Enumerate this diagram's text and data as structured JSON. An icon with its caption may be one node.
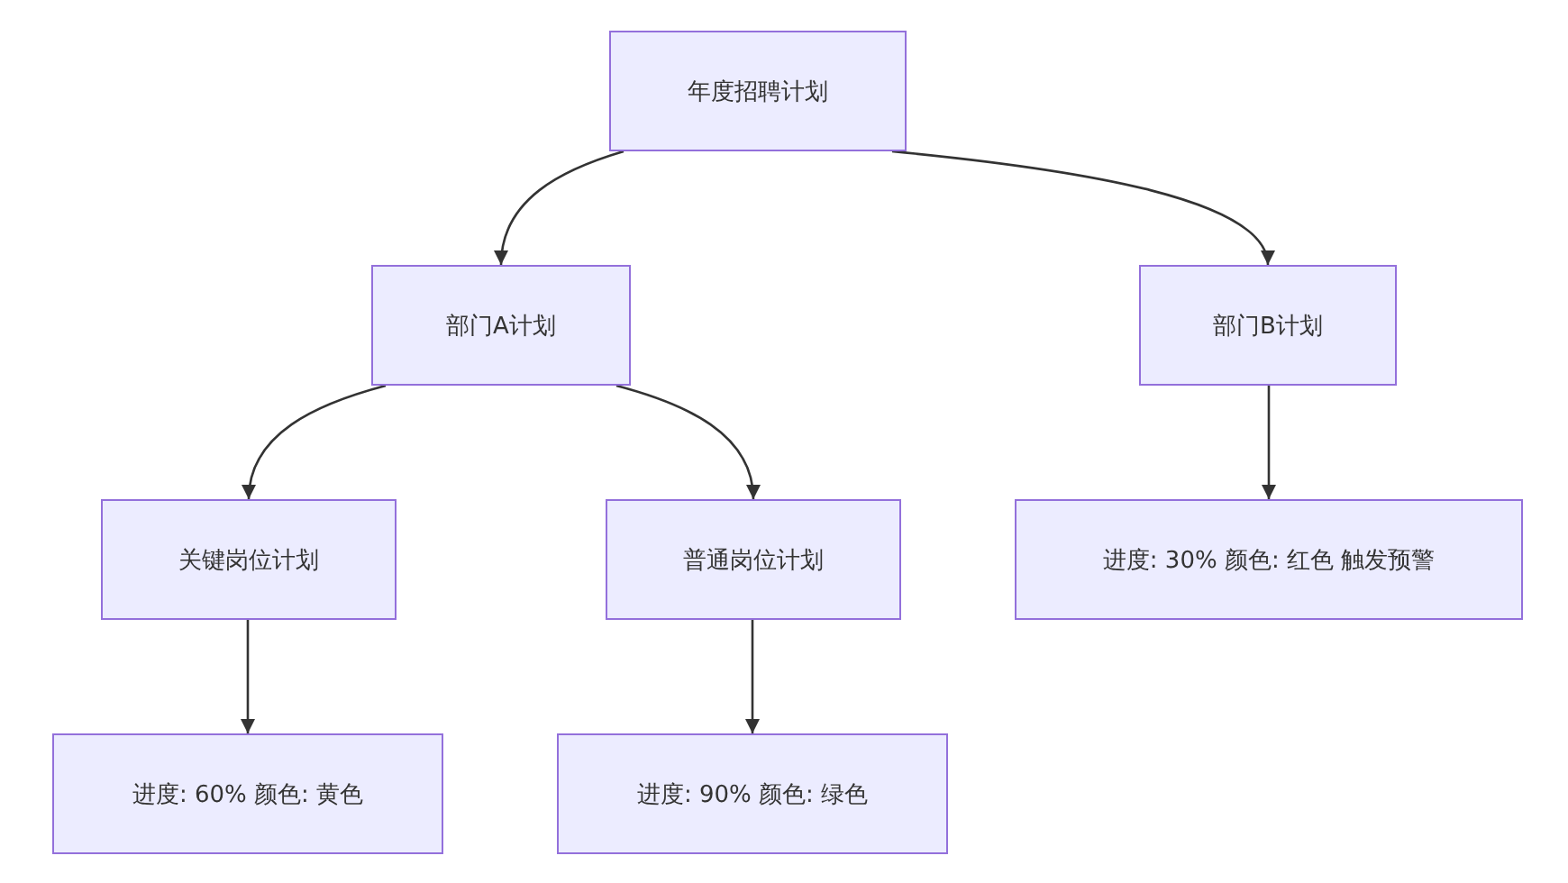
{
  "diagram": {
    "nodes": [
      {
        "text": [
          "年度招聘计划"
        ]
      },
      {
        "text": [
          "部门A计划"
        ]
      },
      {
        "text": [
          "部门B计划"
        ]
      },
      {
        "text": [
          "关键岗位计划"
        ]
      },
      {
        "text": [
          "普通岗位计划"
        ]
      },
      {
        "text": [
          "进度: 30% 颜色: 红色 触发预警"
        ]
      },
      {
        "text": [
          "进度: 60% 颜色: 黄色"
        ]
      },
      {
        "text": [
          "进度: 90% 颜色: 绿色"
        ]
      }
    ],
    "edges": [
      {
        "from": 0,
        "to": 1,
        "arrow": "to"
      },
      {
        "from": 0,
        "to": 2,
        "arrow": "to"
      },
      {
        "from": 1,
        "to": 3,
        "arrow": "to"
      },
      {
        "from": 1,
        "to": 4,
        "arrow": "to"
      },
      {
        "from": 2,
        "to": 5,
        "arrow": "to"
      },
      {
        "from": 3,
        "to": 6,
        "arrow": "to"
      },
      {
        "from": 4,
        "to": 7,
        "arrow": "to"
      }
    ]
  }
}
